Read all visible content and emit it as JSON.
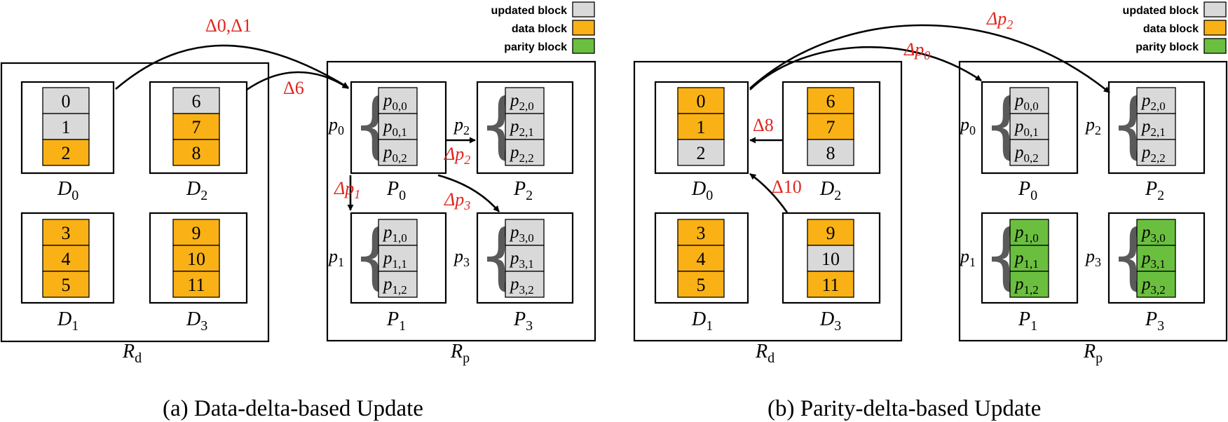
{
  "legend": {
    "updated": {
      "label": "updated block",
      "color": "#d9d9d9"
    },
    "data": {
      "label": "data block",
      "color": "#f9b115"
    },
    "parity": {
      "label": "parity block",
      "color": "#6bbf3f"
    }
  },
  "region_labels": {
    "rd": {
      "main": "R",
      "sub": "d"
    },
    "rp": {
      "main": "R",
      "sub": "p"
    }
  },
  "data_nodes": {
    "D0": {
      "main": "D",
      "sub": "0",
      "blocks": [
        "0",
        "1",
        "2"
      ]
    },
    "D1": {
      "main": "D",
      "sub": "1",
      "blocks": [
        "3",
        "4",
        "5"
      ]
    },
    "D2": {
      "main": "D",
      "sub": "2",
      "blocks": [
        "6",
        "7",
        "8"
      ]
    },
    "D3": {
      "main": "D",
      "sub": "3",
      "blocks": [
        "9",
        "10",
        "11"
      ]
    }
  },
  "parity_nodes": {
    "P0": {
      "main": "P",
      "sub": "0",
      "side": "p",
      "side_sub": "0",
      "blocks": [
        {
          "main": "p",
          "sub": "0,0"
        },
        {
          "main": "p",
          "sub": "0,1"
        },
        {
          "main": "p",
          "sub": "0,2"
        }
      ]
    },
    "P1": {
      "main": "P",
      "sub": "1",
      "side": "p",
      "side_sub": "1",
      "blocks": [
        {
          "main": "p",
          "sub": "1,0"
        },
        {
          "main": "p",
          "sub": "1,1"
        },
        {
          "main": "p",
          "sub": "1,2"
        }
      ]
    },
    "P2": {
      "main": "P",
      "sub": "2",
      "side": "p",
      "side_sub": "2",
      "blocks": [
        {
          "main": "p",
          "sub": "2,0"
        },
        {
          "main": "p",
          "sub": "2,1"
        },
        {
          "main": "p",
          "sub": "2,2"
        }
      ]
    },
    "P3": {
      "main": "P",
      "sub": "3",
      "side": "p",
      "side_sub": "3",
      "blocks": [
        {
          "main": "p",
          "sub": "3,0"
        },
        {
          "main": "p",
          "sub": "3,1"
        },
        {
          "main": "p",
          "sub": "3,2"
        }
      ]
    }
  },
  "panel_a": {
    "caption": "(a)  Data-delta-based Update",
    "deltas": {
      "d01": "Δ0,Δ1",
      "d6": "Δ6",
      "dp1": {
        "main": "Δp",
        "sub": "1"
      },
      "dp2": {
        "main": "Δp",
        "sub": "2"
      },
      "dp3": {
        "main": "Δp",
        "sub": "3"
      }
    }
  },
  "panel_b": {
    "caption": "(b)  Parity-delta-based Update",
    "deltas": {
      "dp0": {
        "main": "Δp",
        "sub": "0"
      },
      "dp2": {
        "main": "Δp",
        "sub": "2"
      },
      "d8": "Δ8",
      "d10": "Δ10"
    }
  }
}
